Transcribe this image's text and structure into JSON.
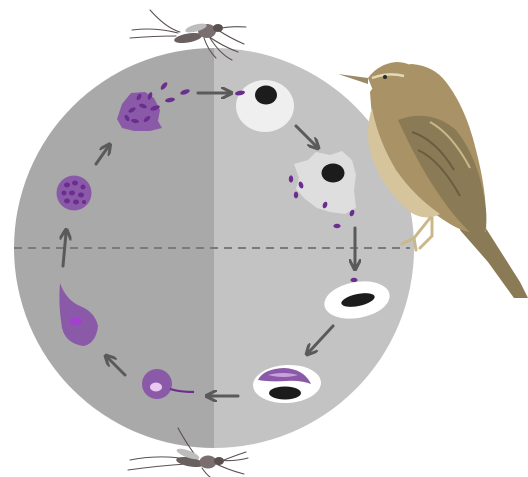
{
  "diagram": {
    "stages": [
      {
        "name": "sporozoite-injection"
      },
      {
        "name": "exoerythrocytic-cell"
      },
      {
        "name": "meront-with-merozoites"
      },
      {
        "name": "merozoite-release"
      },
      {
        "name": "ring-stage-in-erythrocyte"
      },
      {
        "name": "gametocyte-in-erythrocyte"
      },
      {
        "name": "zygote"
      },
      {
        "name": "ookinete"
      },
      {
        "name": "oocyst"
      },
      {
        "name": "sporozoite-release"
      }
    ],
    "hosts": {
      "vector": "mosquito",
      "vertebrate": "songbird"
    },
    "colors": {
      "circle_left": "#a9a9a9",
      "circle_right": "#c3c3c3",
      "parasite_purple": "#8a5aa8",
      "parasite_dark": "#6b2d8f",
      "cell_nucleus": "#1c1c1c",
      "arrow": "#5a5a5a",
      "bird_body": "#a89266",
      "bird_breast": "#d6c59c"
    }
  }
}
